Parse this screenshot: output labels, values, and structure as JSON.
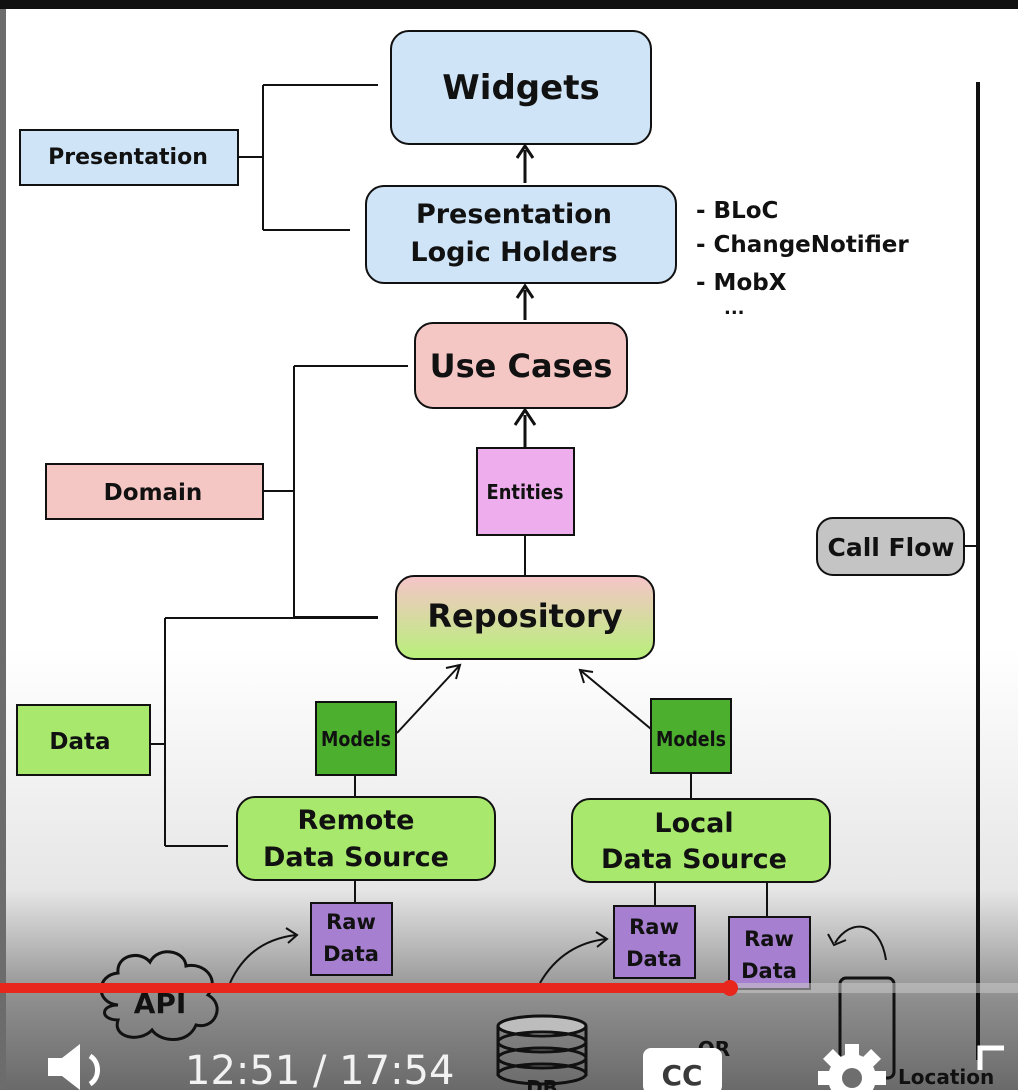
{
  "diagram": {
    "widgets": "Widgets",
    "presentation_logic_line1": "Presentation",
    "presentation_logic_line2": "Logic Holders",
    "use_cases": "Use Cases",
    "entities": "Entities",
    "repository": "Repository",
    "models_remote": "Models",
    "models_local": "Models",
    "remote_line1": "Remote",
    "remote_line2": "Data Source",
    "local_line1": "Local",
    "local_line2": "Data Source",
    "raw_data_line1": "Raw",
    "raw_data_line2": "Data",
    "api": "API",
    "db": "DB",
    "or": "OR",
    "location": "Location",
    "layers": {
      "presentation": "Presentation",
      "domain": "Domain",
      "data": "Data"
    },
    "state_management": [
      "- BLoC",
      "- ChangeNotifier",
      "- MobX",
      "..."
    ],
    "call_flow": "Call Flow"
  },
  "colors": {
    "presentation": "#cfe4f7",
    "domain": "#f4c7c5",
    "entities": "#eeaeee",
    "data": "#a8e86c",
    "models": "#4caf2e",
    "raw_data": "#a77fd0",
    "call_flow": "#c4c4c4",
    "progress": "#e8261c"
  },
  "player": {
    "time_current": "12:51",
    "time_total": "17:54",
    "time_display": "12:51 / 17:54",
    "progress_fraction": 0.7167,
    "cc_label": "CC",
    "icons": [
      "volume-icon",
      "cc-icon",
      "settings-icon",
      "fullscreen-icon"
    ]
  }
}
